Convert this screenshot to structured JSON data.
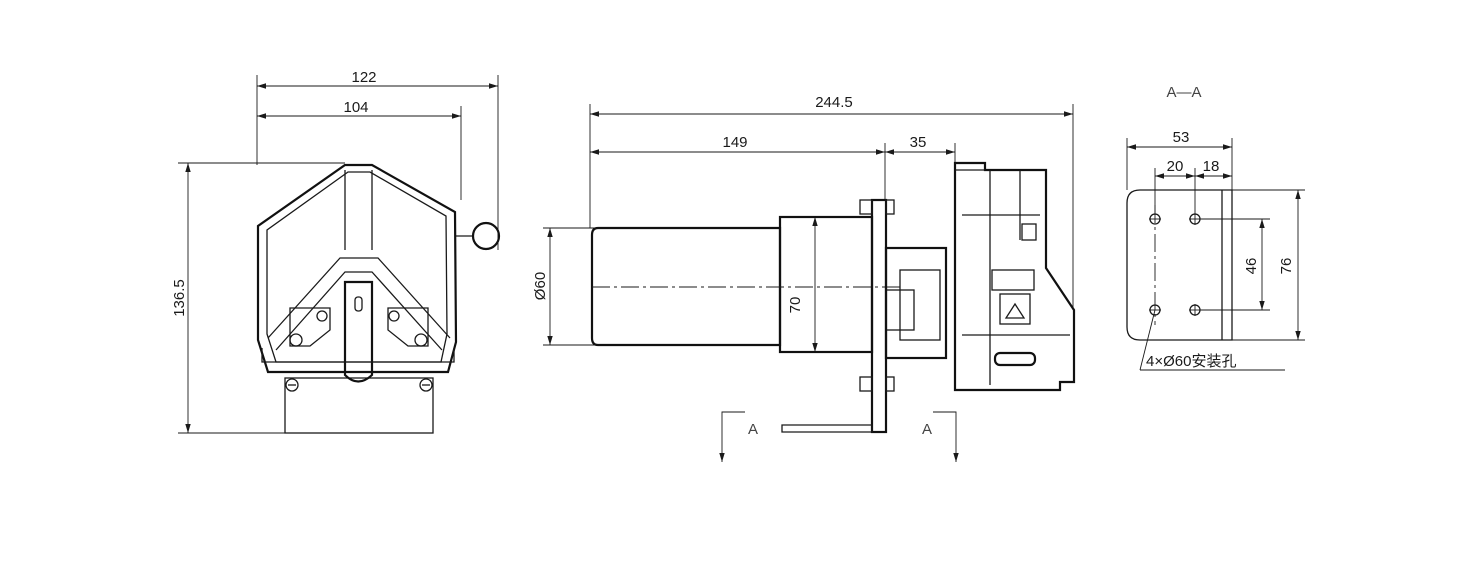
{
  "front_view": {
    "width_overall": "122",
    "width_head": "104",
    "height_overall": "136.5"
  },
  "side_view": {
    "length_overall": "244.5",
    "motor_length": "149",
    "head_depth": "35",
    "motor_diameter": "Ø60",
    "flange_height": "70",
    "section_mark_left": "A",
    "section_mark_right": "A"
  },
  "section_view": {
    "title": "A—A",
    "width_overall": "53",
    "hole_offset_1": "20",
    "hole_offset_2": "18",
    "hole_spacing_vertical": "46",
    "height_overall": "76",
    "hole_note": "4×Ø60安装孔"
  }
}
